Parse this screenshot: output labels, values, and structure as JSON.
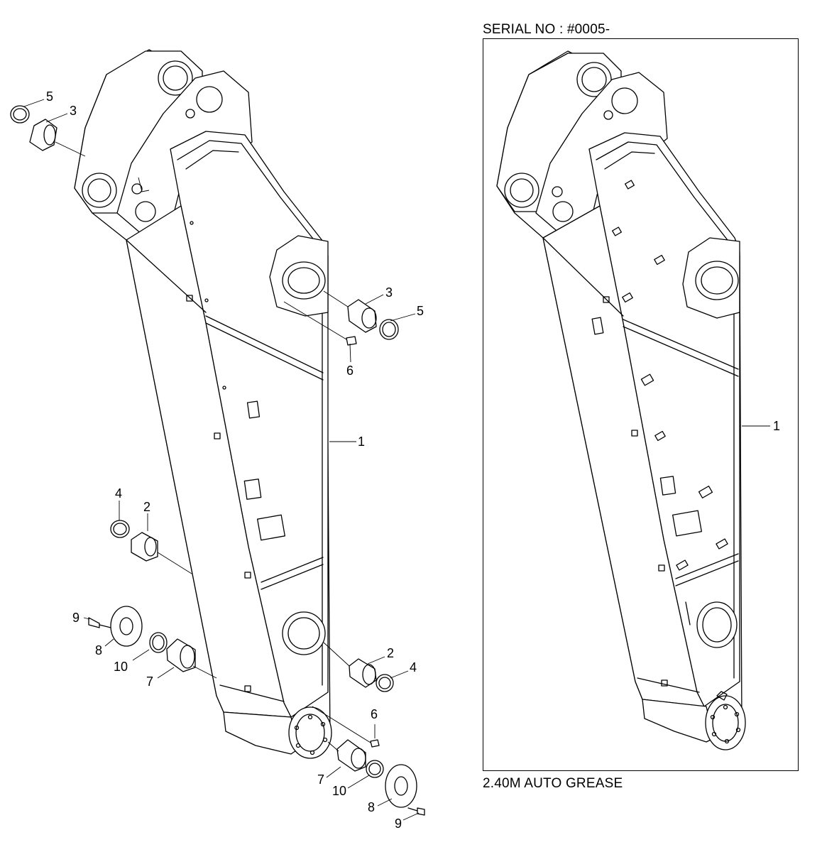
{
  "header": {
    "serial_no": "SERIAL NO : #0005-"
  },
  "variant": {
    "caption": "2.40M AUTO GREASE"
  },
  "callouts_left": [
    {
      "id": "5a",
      "label": "5"
    },
    {
      "id": "3a",
      "label": "3"
    },
    {
      "id": "3b",
      "label": "3"
    },
    {
      "id": "5b",
      "label": "5"
    },
    {
      "id": "6a",
      "label": "6"
    },
    {
      "id": "1a",
      "label": "1"
    },
    {
      "id": "4a",
      "label": "4"
    },
    {
      "id": "2a",
      "label": "2"
    },
    {
      "id": "9a",
      "label": "9"
    },
    {
      "id": "8a",
      "label": "8"
    },
    {
      "id": "10a",
      "label": "10"
    },
    {
      "id": "7a",
      "label": "7"
    },
    {
      "id": "2b",
      "label": "2"
    },
    {
      "id": "4b",
      "label": "4"
    },
    {
      "id": "6b",
      "label": "6"
    },
    {
      "id": "7b",
      "label": "7"
    },
    {
      "id": "10b",
      "label": "10"
    },
    {
      "id": "8b",
      "label": "8"
    },
    {
      "id": "9b",
      "label": "9"
    }
  ],
  "callouts_right": [
    {
      "id": "1b",
      "label": "1"
    }
  ]
}
